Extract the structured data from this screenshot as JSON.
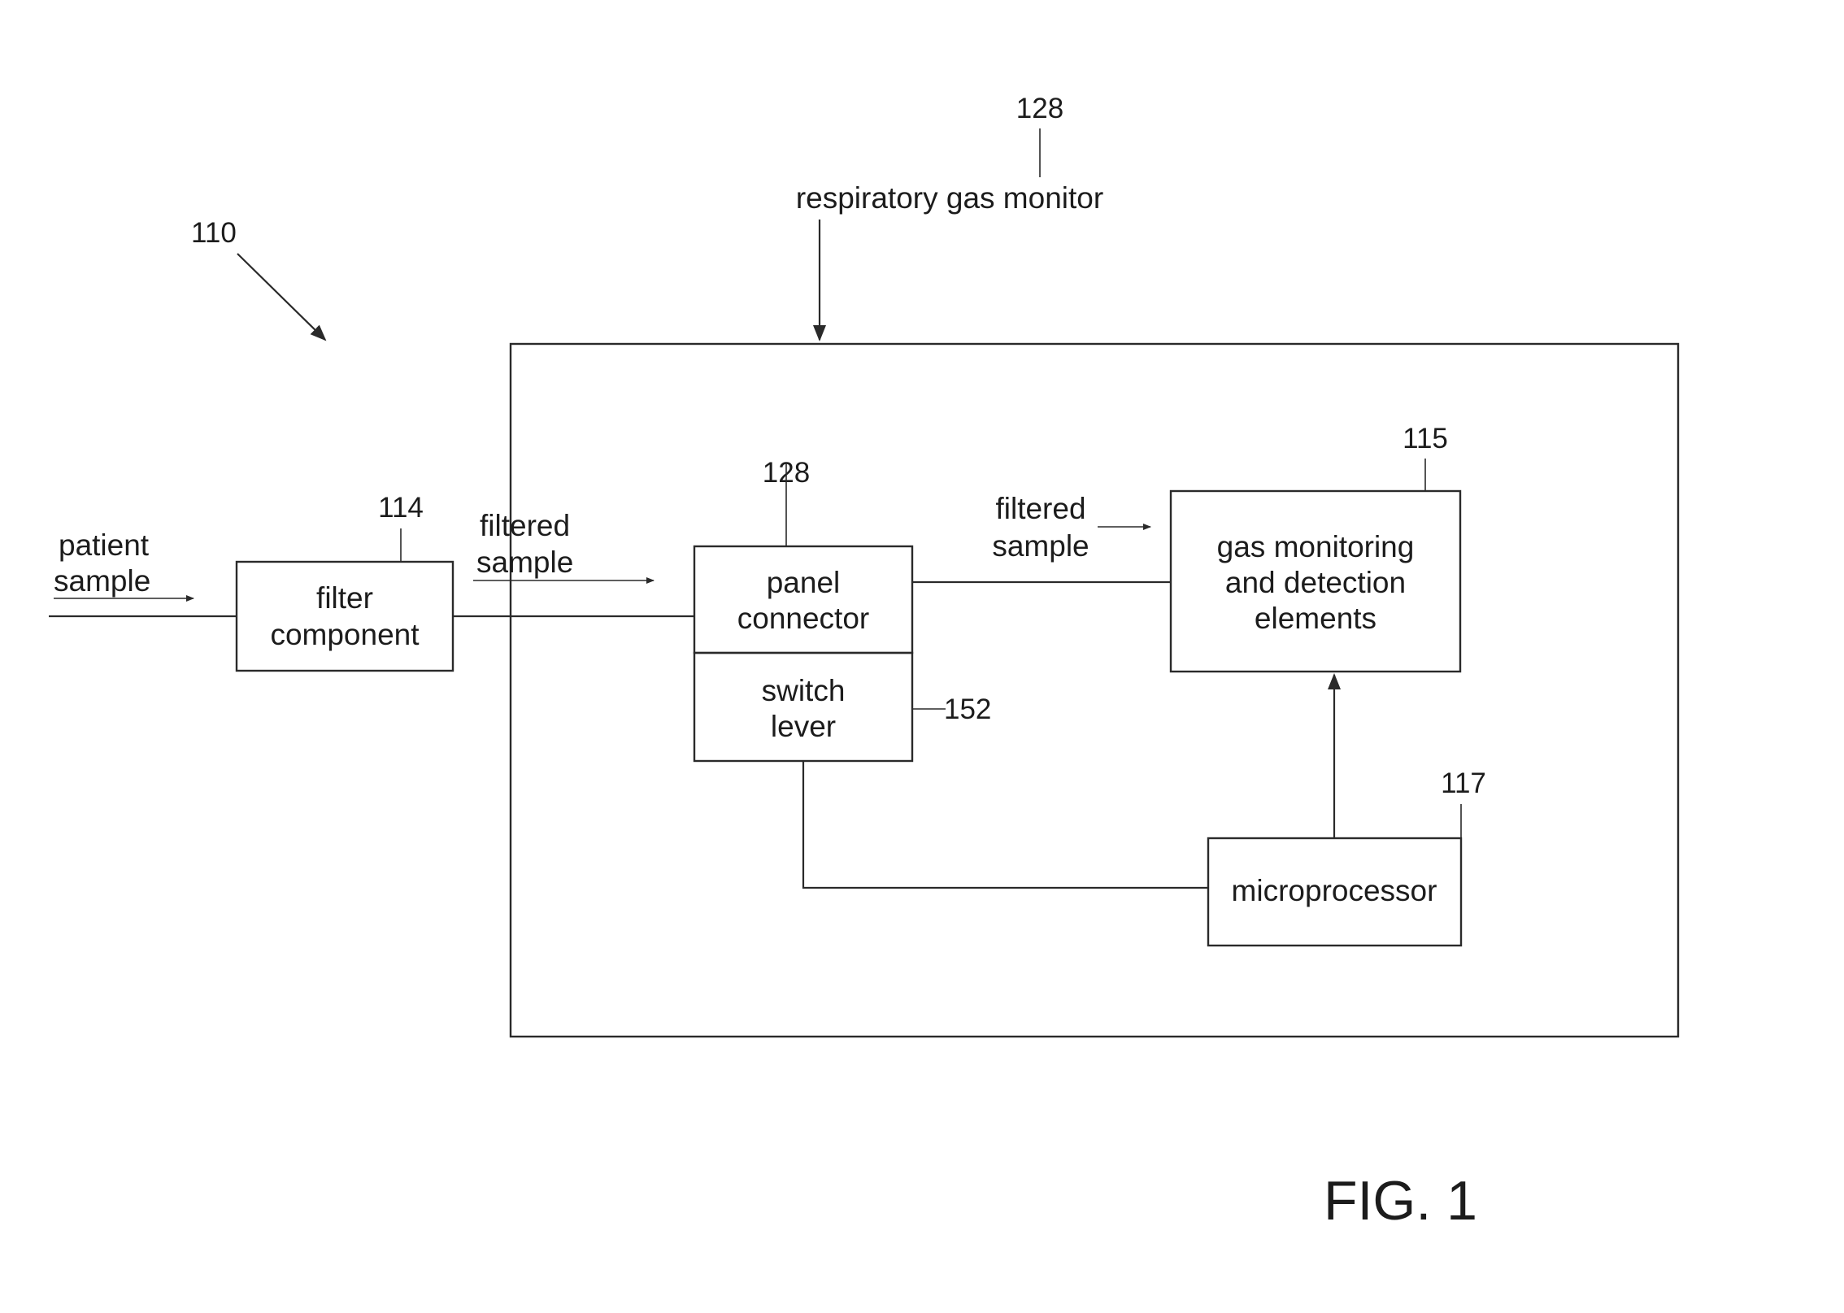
{
  "figure": {
    "caption": "FIG. 1",
    "system_ref": "110",
    "monitor": {
      "label": "respiratory gas monitor",
      "ref": "128"
    },
    "inputs": {
      "patient_sample": [
        "patient",
        "sample"
      ],
      "filtered_sample_1": [
        "filtered",
        "sample"
      ],
      "filtered_sample_2": [
        "filtered",
        "sample"
      ]
    },
    "blocks": {
      "filter": {
        "ref": "114",
        "lines": [
          "filter",
          "component"
        ]
      },
      "panel": {
        "ref": "128",
        "lines": [
          "panel",
          "connector"
        ]
      },
      "switch": {
        "ref": "152",
        "lines": [
          "switch",
          "lever"
        ]
      },
      "gas": {
        "ref": "115",
        "lines": [
          "gas monitoring",
          "and detection",
          "elements"
        ]
      },
      "micro": {
        "ref": "117",
        "lines": [
          "microprocessor"
        ]
      }
    }
  }
}
